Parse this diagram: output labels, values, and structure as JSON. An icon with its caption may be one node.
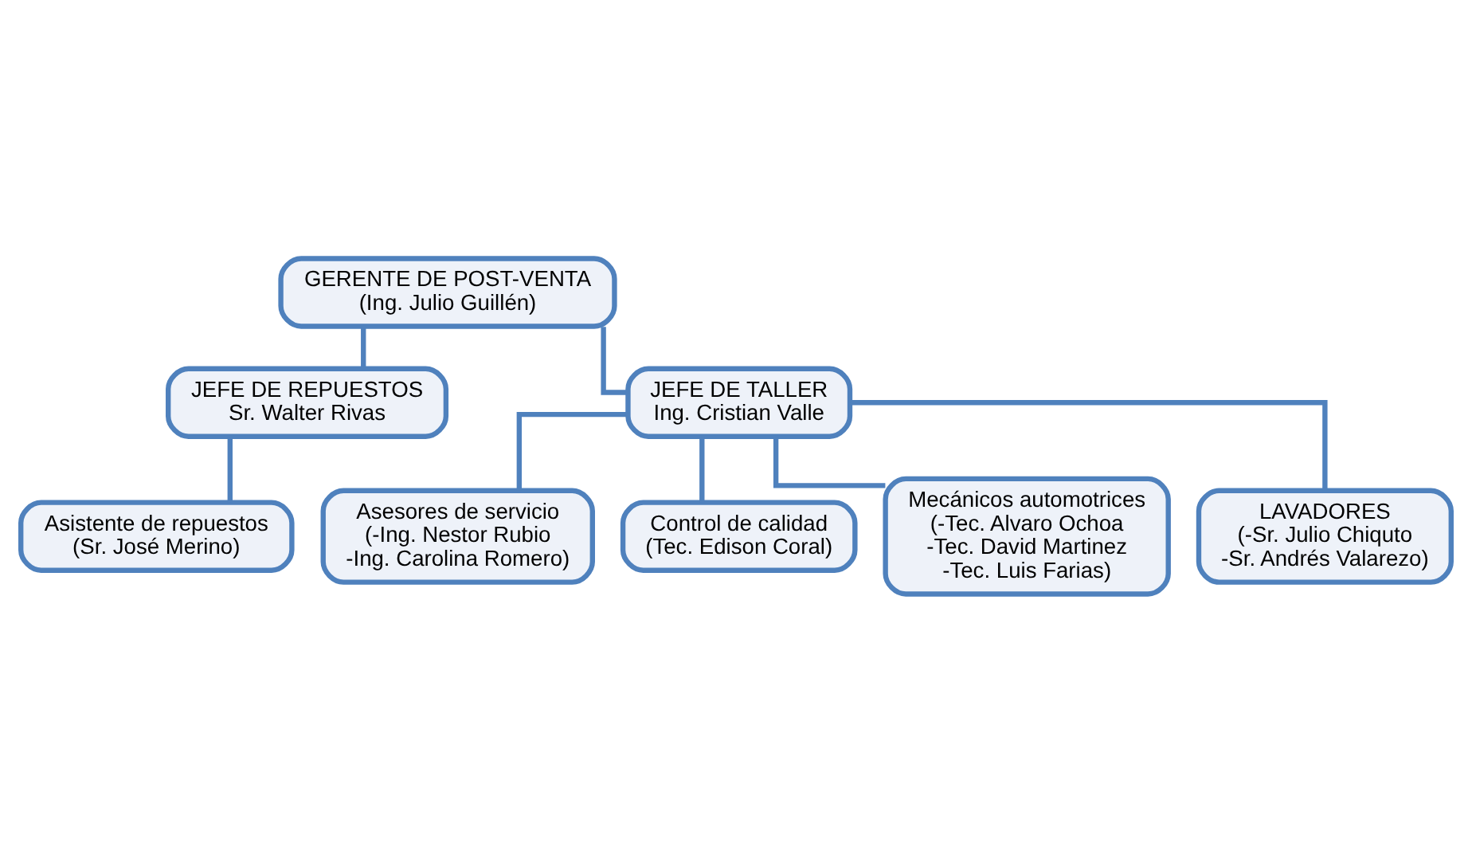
{
  "diagram": {
    "nodes": [
      {
        "text": [
          "GERENTE DE POST-VENTA",
          "(Ing. Julio Guillén)"
        ]
      },
      {
        "text": [
          "JEFE DE REPUESTOS",
          "Sr. Walter Rivas"
        ]
      },
      {
        "text": [
          "JEFE DE TALLER",
          "Ing. Cristian Valle"
        ]
      },
      {
        "text": [
          "Asistente de repuestos",
          "(Sr. José Merino)"
        ]
      },
      {
        "text": [
          "Asesores de servicio",
          "(-Ing. Nestor Rubio",
          "-Ing. Carolina Romero)"
        ]
      },
      {
        "text": [
          "Control de calidad",
          "(Tec. Edison Coral)"
        ]
      },
      {
        "text": [
          "Mecánicos automotrices",
          "(-Tec. Alvaro Ochoa",
          "-Tec. David Martinez",
          "-Tec. Luis Farias)"
        ]
      },
      {
        "text": [
          "LAVADORES",
          "(-Sr. Julio Chiquto",
          "-Sr. Andrés Valarezo)"
        ]
      }
    ],
    "edges": [
      {
        "from": 0,
        "to": 1,
        "arrow": "none"
      },
      {
        "from": 0,
        "to": 2,
        "arrow": "none"
      },
      {
        "from": 1,
        "to": 3,
        "arrow": "none"
      },
      {
        "from": 2,
        "to": 4,
        "arrow": "none"
      },
      {
        "from": 2,
        "to": 5,
        "arrow": "none"
      },
      {
        "from": 2,
        "to": 6,
        "arrow": "none"
      },
      {
        "from": 2,
        "to": 7,
        "arrow": "none"
      }
    ]
  }
}
